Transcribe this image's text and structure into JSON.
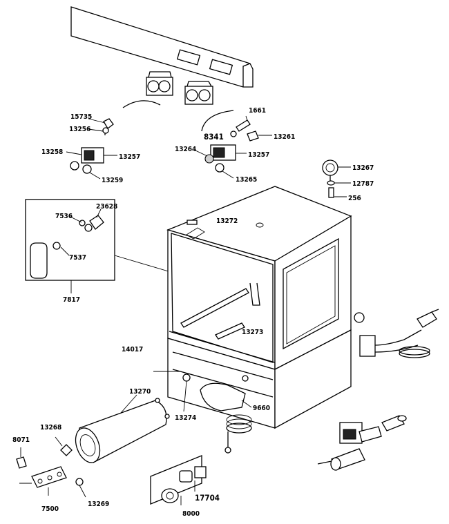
{
  "labels": {
    "p15735": "15735",
    "p13256": "13256",
    "p13258": "13258",
    "p13257a": "13257",
    "p13259": "13259",
    "p1661": "1661",
    "p8341": "8341",
    "p13261": "13261",
    "p13264": "13264",
    "p13257b": "13257",
    "p13265": "13265",
    "p13267": "13267",
    "p12787": "12787",
    "p256": "256",
    "p23628": "23628",
    "p7536": "7536",
    "p7537": "7537",
    "p7817": "7817",
    "p13272": "13272",
    "p13273": "13273",
    "p14017": "14017",
    "p13270": "13270",
    "p13268": "13268",
    "p8071": "8071",
    "p13274": "13274",
    "p9660": "9660",
    "p7500": "7500",
    "p13269": "13269",
    "p17704": "17704",
    "p8000": "8000"
  }
}
